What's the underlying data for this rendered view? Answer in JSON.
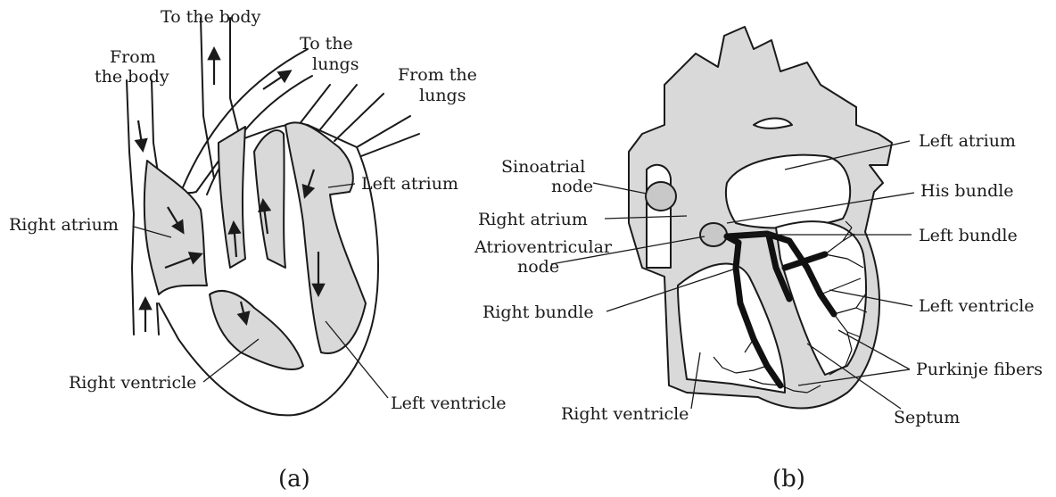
{
  "panel_a": {
    "caption": "(a)",
    "labels": {
      "to_body": "To the body",
      "from_body_1": "From",
      "from_body_2": "the body",
      "to_lungs_1": "To the",
      "to_lungs_2": "lungs",
      "from_lungs_1": "From the",
      "from_lungs_2": "lungs",
      "left_atrium": "Left atrium",
      "right_atrium": "Right atrium",
      "right_ventricle": "Right ventricle",
      "left_ventricle": "Left ventricle"
    }
  },
  "panel_b": {
    "caption": "(b)",
    "labels": {
      "left_atrium": "Left atrium",
      "sinoatrial_1": "Sinoatrial",
      "sinoatrial_2": "node",
      "his_bundle": "His bundle",
      "right_atrium": "Right atrium",
      "av_1": "Atrioventricular",
      "av_2": "node",
      "left_bundle": "Left bundle",
      "right_bundle": "Right bundle",
      "left_ventricle": "Left ventricle",
      "purkinje": "Purkinje fibers",
      "right_ventricle": "Right ventricle",
      "septum": "Septum"
    }
  },
  "colors": {
    "chamber_fill": "#d9d9d9",
    "node_fill": "#c8c8c8",
    "ink": "#1a1a1a"
  }
}
